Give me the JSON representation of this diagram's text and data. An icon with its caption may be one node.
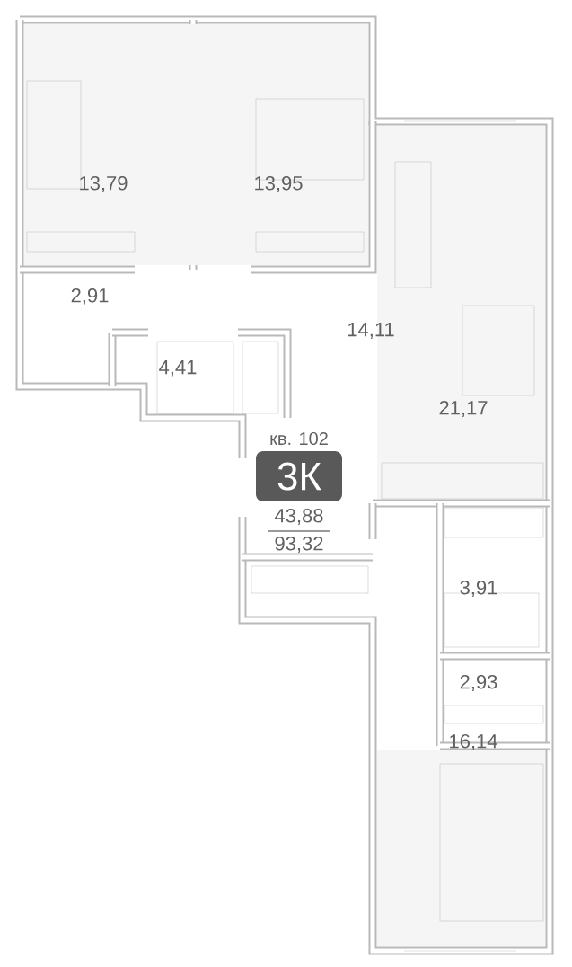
{
  "diagram": {
    "labels": [
      "13,79",
      "13,95",
      "2,91",
      "14,11",
      "4,41",
      "21,17",
      "кв. 102",
      "3К",
      "43,88",
      "93,32",
      "3,91",
      "2,93",
      "16,14"
    ]
  }
}
